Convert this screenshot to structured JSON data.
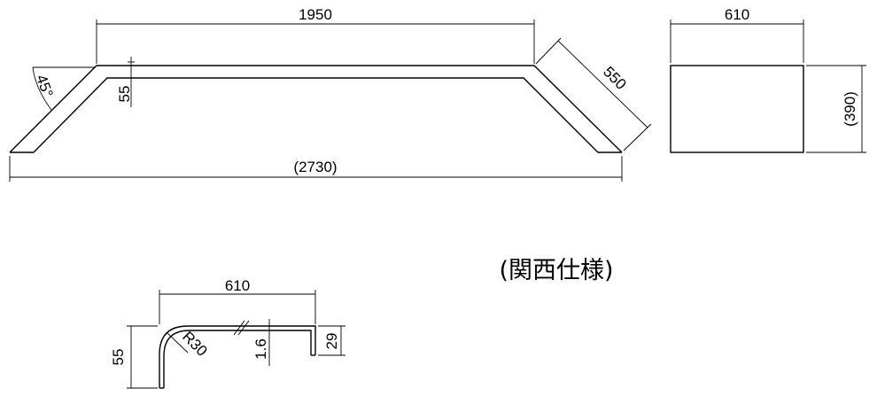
{
  "drawing": {
    "top_view": {
      "dim_top": "1950",
      "dim_angled": "550",
      "dim_angle": "45°",
      "dim_thickness": "55",
      "dim_overall": "(2730)"
    },
    "side_view": {
      "dim_width": "610",
      "dim_height": "(390)"
    },
    "section": {
      "dim_width": "610",
      "dim_height": "55",
      "dim_radius": "R30",
      "dim_plate": "1.6",
      "dim_lip": "29"
    },
    "note": "(関西仕様)"
  }
}
